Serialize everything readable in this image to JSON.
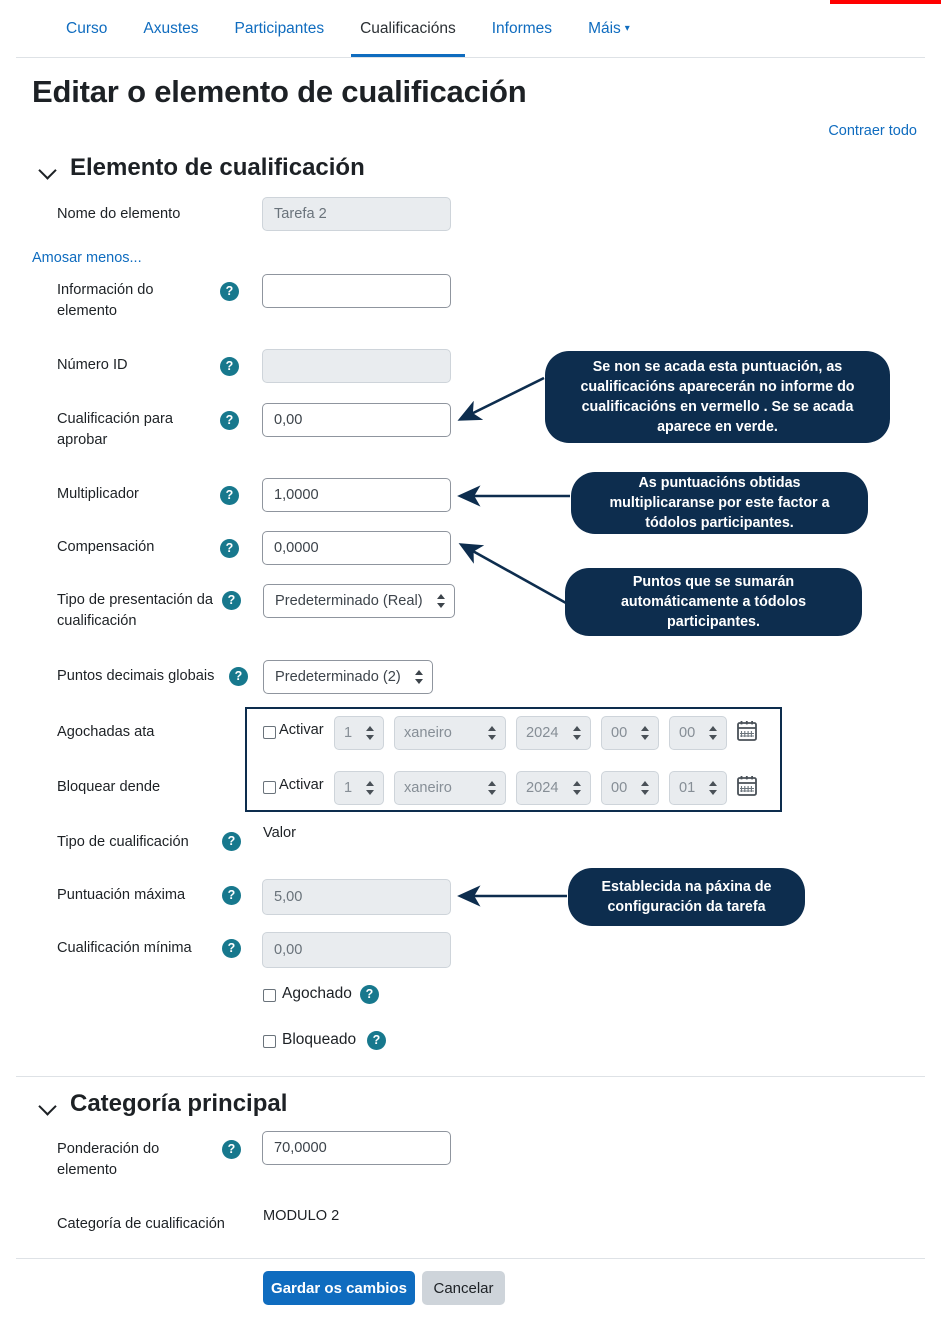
{
  "nav": {
    "tabs": [
      {
        "label": "Curso",
        "active": false
      },
      {
        "label": "Axustes",
        "active": false
      },
      {
        "label": "Participantes",
        "active": false
      },
      {
        "label": "Cualificacións",
        "active": true
      },
      {
        "label": "Informes",
        "active": false
      },
      {
        "label": "Máis",
        "active": false,
        "caret": "⌄"
      }
    ]
  },
  "header": {
    "title": "Editar o elemento de cualificación",
    "collapse_all": "Contraer todo"
  },
  "sections": {
    "grade_item": {
      "heading": "Elemento de cualificación",
      "show_less": "Amosar menos...",
      "fields": {
        "item_name": {
          "label": "Nome do elemento",
          "value": "Tarefa 2"
        },
        "item_info": {
          "label": "Información do elemento",
          "value": "",
          "help": "?"
        },
        "id_number": {
          "label": "Número ID",
          "value": "",
          "help": "?"
        },
        "grade_to_pass": {
          "label": "Cualificación para aprobar",
          "value": "0,00",
          "help": "?"
        },
        "multiplicator": {
          "label": "Multiplicador",
          "value": "1,0000",
          "help": "?"
        },
        "compensation": {
          "label": "Compensación",
          "value": "0,0000",
          "help": "?"
        },
        "display_type": {
          "label": "Tipo de presentación da cualificación",
          "value": "Predeterminado (Real)",
          "help": "?"
        },
        "decimal_points": {
          "label": "Puntos decimais globais",
          "value": "Predeterminado (2)",
          "help": "?"
        },
        "hidden_until": {
          "label": "Agochadas ata",
          "enable_label": "Activar",
          "day": "1",
          "month": "xaneiro",
          "year": "2024",
          "hour": "00",
          "minute": "00",
          "calendar_icon": "calendar-icon"
        },
        "locked_after": {
          "label": "Bloquear dende",
          "enable_label": "Activar",
          "day": "1",
          "month": "xaneiro",
          "year": "2024",
          "hour": "00",
          "minute": "01",
          "calendar_icon": "calendar-icon"
        },
        "grade_type": {
          "label": "Tipo de cualificación",
          "value": "Valor",
          "help": "?"
        },
        "max_grade": {
          "label": "Puntuación máxima",
          "value": "5,00",
          "help": "?"
        },
        "min_grade": {
          "label": "Cualificación mínima",
          "value": "0,00",
          "help": "?"
        },
        "hidden": {
          "label": "Agochado",
          "help": "?"
        },
        "locked": {
          "label": "Bloqueado",
          "help": "?"
        }
      }
    },
    "parent_category": {
      "heading": "Categoría principal",
      "fields": {
        "item_weight": {
          "label": "Ponderación do elemento",
          "value": "70,0000",
          "help": "?"
        },
        "grade_category": {
          "label": "Categoría de cualificación",
          "value": "MODULO 2"
        }
      }
    }
  },
  "callouts": [
    {
      "id": "pass-grade",
      "text": "Se non se acada esta puntuación, as cualificacións aparecerán no informe do cualificacións en vermello . Se se acada aparece en verde."
    },
    {
      "id": "multiplicator",
      "text": "As puntuacións obtidas multiplicaranse por este factor a tódolos participantes."
    },
    {
      "id": "compensation",
      "text": "Puntos que se sumarán automáticamente a tódolos participantes."
    },
    {
      "id": "max-grade",
      "text": "Establecida na páxina de configuración da tarefa"
    }
  ],
  "actions": {
    "save": "Gardar os cambios",
    "cancel": "Cancelar"
  },
  "colors": {
    "link": "#0f6cbf",
    "callout_bg": "#0d2d4e",
    "help_icon": "#17788d",
    "primary_button": "#0f6cbf",
    "accent_red": "#ff0000"
  }
}
